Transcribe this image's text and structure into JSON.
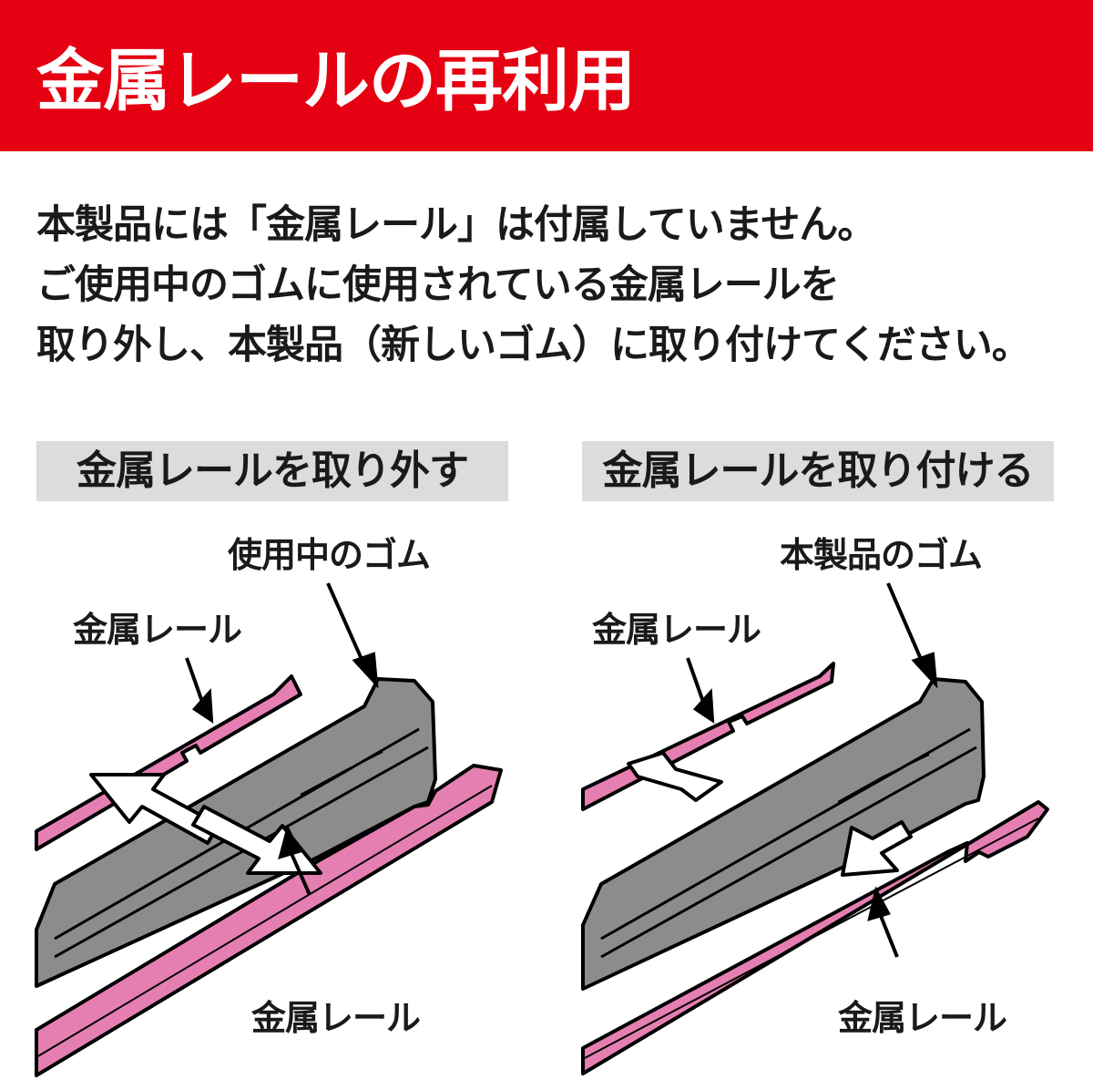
{
  "header": {
    "title": "金属レールの再利用",
    "background_color": "#e50012"
  },
  "intro": {
    "lines": [
      "本製品には「金属レール」は付属していません。",
      "ご使用中のゴムに使用されている金属レールを",
      "取り外し、本製品（新しいゴム）に取り付けてください。"
    ]
  },
  "panels": {
    "remove": {
      "heading": "金属レールを取り外す",
      "label_rubber": "使用中のゴム",
      "label_rail_top": "金属レール",
      "label_rail_bottom": "金属レール"
    },
    "attach": {
      "heading": "金属レールを取り付ける",
      "label_rubber": "本製品のゴム",
      "label_rail_top": "金属レール",
      "label_rail_bottom": "金属レール"
    }
  },
  "colors": {
    "rail_fill": "#e57fb2",
    "rubber_fill": "#8c8c8c",
    "label_bg": "#dcdcdc"
  }
}
